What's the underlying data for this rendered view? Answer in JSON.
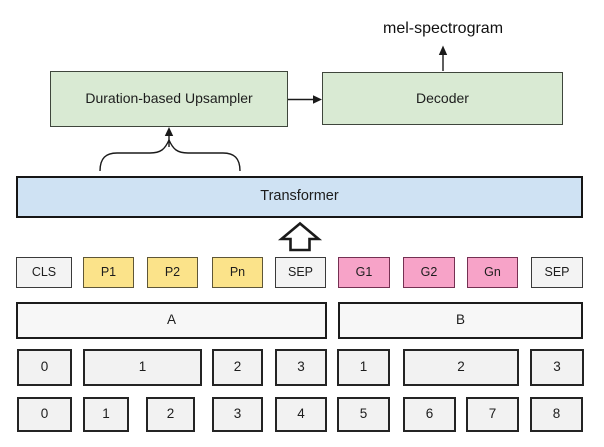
{
  "output_label": "mel-spectrogram",
  "blocks": {
    "upsampler_label": "Duration-based Upsampler",
    "decoder_label": "Decoder",
    "transformer_label": "Transformer"
  },
  "token_row": [
    {
      "label": "CLS",
      "type": "special"
    },
    {
      "label": "P1",
      "type": "phoneme"
    },
    {
      "label": "P2",
      "type": "phoneme"
    },
    {
      "label": "Pn",
      "type": "phoneme"
    },
    {
      "label": "SEP",
      "type": "special"
    },
    {
      "label": "G1",
      "type": "grapheme"
    },
    {
      "label": "G2",
      "type": "grapheme"
    },
    {
      "label": "Gn",
      "type": "grapheme"
    },
    {
      "label": "SEP",
      "type": "special"
    }
  ],
  "segment_row": [
    {
      "label": "A"
    },
    {
      "label": "B"
    }
  ],
  "word_position_row": [
    "0",
    "1",
    "2",
    "3",
    "1",
    "2",
    "3"
  ],
  "position_row": [
    "0",
    "1",
    "2",
    "3",
    "4",
    "5",
    "6",
    "7",
    "8"
  ],
  "icons": [
    "up-arrow-icon",
    "right-arrow-icon",
    "brace-icon",
    "block-up-arrow-icon"
  ],
  "colors": {
    "block_green": "#d9ead3",
    "transformer_blue": "#cfe2f3",
    "phoneme_yellow": "#fbe38a",
    "grapheme_pink": "#f7a3c8",
    "special_gray": "#f3f3f3",
    "row_gray": "#f2f2f2",
    "line_black": "#1a1a1a",
    "background": "#ffffff"
  }
}
